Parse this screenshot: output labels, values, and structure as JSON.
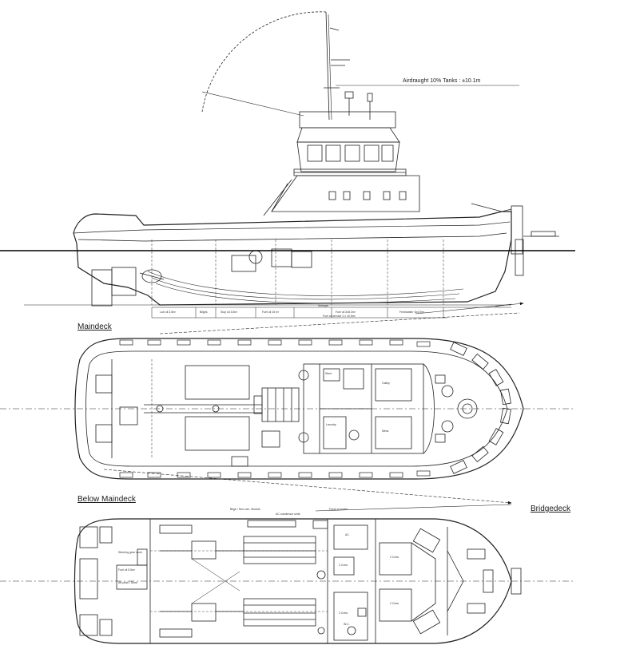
{
  "views": {
    "maindeck": "Maindeck",
    "below_maindeck": "Below Maindeck",
    "bridgedeck": "Bridgedeck"
  },
  "annotations": {
    "airdraught": "Airdraught 10% Tanks : ±10.1m"
  },
  "tank_labels": {
    "t1": "Lub oil 3.5m³",
    "t2": "Bilges",
    "t3": "Slop oil 3.5m³",
    "t4": "Fuel oil 15 m³",
    "t5": "Sewage",
    "t6": "Fuel oil 3x8.3m³",
    "t7": "Freshwater 3x4.5m³",
    "t8": "Fuel oil service 2 x 10.5m³"
  },
  "below_deck_labels": {
    "bilge_module": "Bilge / Serv wm. Module",
    "ac_condenser": "AC condensor units",
    "freshw_heater": "Fresh w heater",
    "ac": "AC",
    "steering_gear": "Steering gear room",
    "fuel_oil": "Fuel oil 5.5m³",
    "aft_peak": "Aft peak / Store",
    "cabin1": "2 Crew",
    "cabin2": "2 Crew",
    "cabin3": "2 Crew",
    "cabin4": "2 Crew",
    "wc": "W.C."
  },
  "maindeck_labels": {
    "galley": "Galley",
    "mess": "Mess",
    "store": "Store",
    "laundry": "Laundry"
  }
}
